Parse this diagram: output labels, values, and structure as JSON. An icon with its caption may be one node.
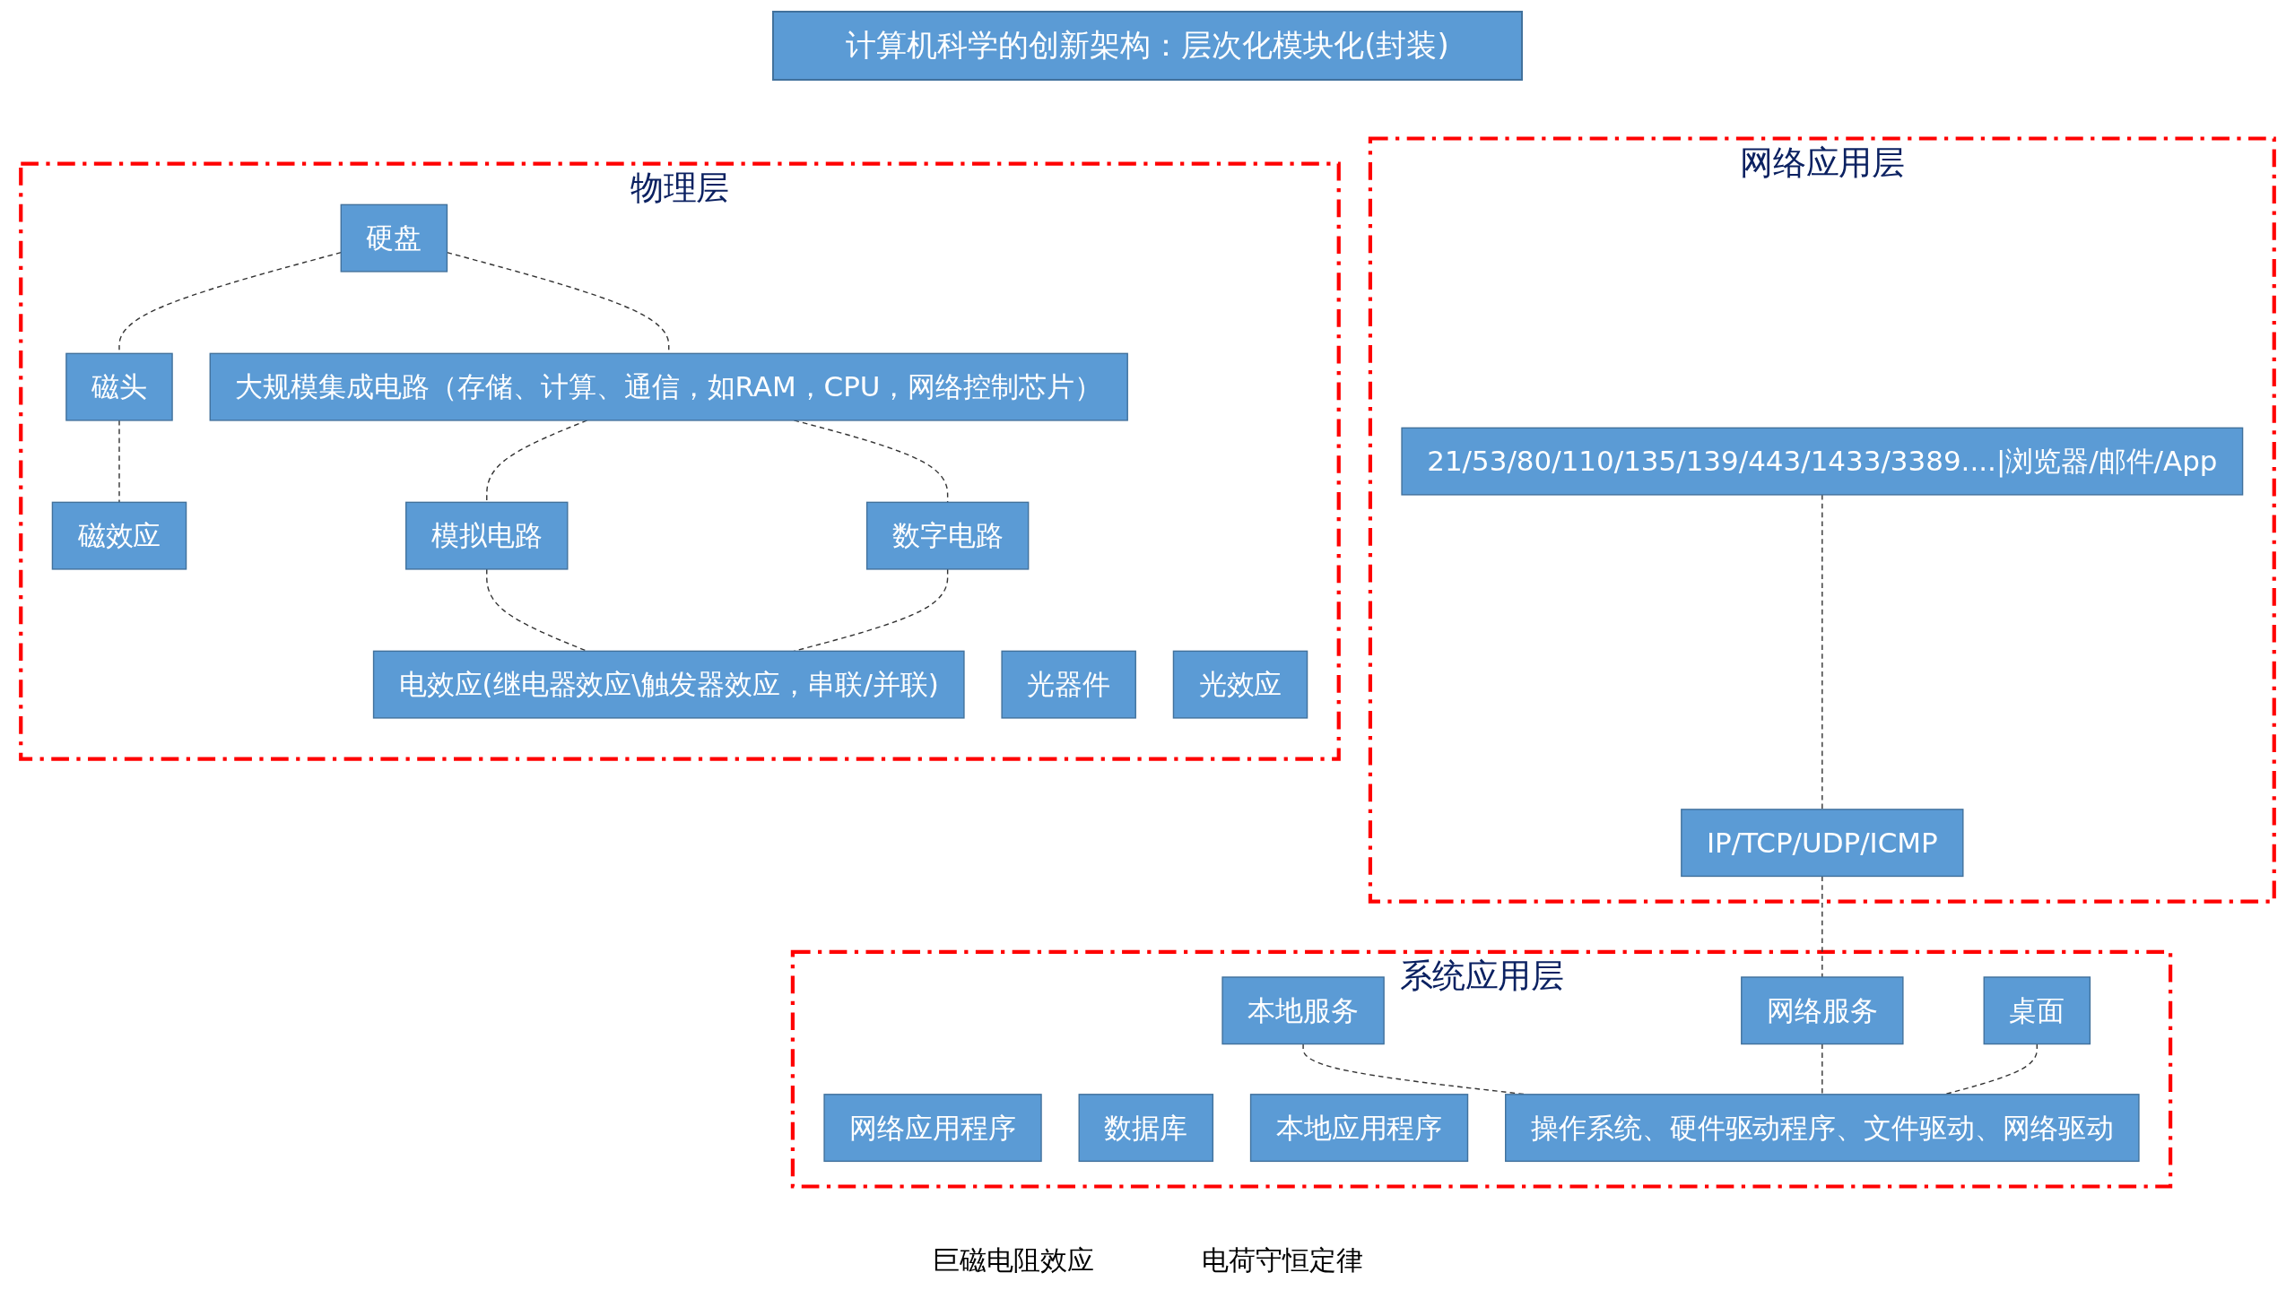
{
  "diagram": {
    "title": "计算机科学的创新架构：层次化模块化(封装)",
    "nodes": [
      {
        "text": [
          "网络应用层"
        ]
      },
      {
        "text": [
          "21/53/80/110/135/139/443/1433/3389....|浏览器/邮件/App"
        ],
        "in": 0
      },
      {
        "text": [
          "IP/TCP/UDP/ICMP"
        ],
        "in": 0
      },
      {
        "text": [
          "系统应用层"
        ]
      },
      {
        "text": [
          "网络应用程序"
        ],
        "in": 3
      },
      {
        "text": [
          "数据库"
        ],
        "in": 3
      },
      {
        "text": [
          "本地应用程序"
        ],
        "in": 3
      },
      {
        "text": [
          "本地服务"
        ],
        "in": 3
      },
      {
        "text": [
          "网络服务"
        ],
        "in": 3
      },
      {
        "text": [
          "桌面"
        ],
        "in": 3
      },
      {
        "text": [
          "操作系统、硬件驱动程序、文件驱动、网络驱动"
        ],
        "in": 3
      },
      {
        "text": [
          "物理层"
        ]
      },
      {
        "text": [
          "硬盘"
        ],
        "in": 11
      },
      {
        "text": [
          "大规模集成电路（存储、计算、通信，如RAM，CPU，网络控制芯片）"
        ],
        "in": 11
      },
      {
        "text": [
          "磁头"
        ],
        "in": 11
      },
      {
        "text": [
          "模拟电路"
        ],
        "in": 11
      },
      {
        "text": [
          "数字电路"
        ],
        "in": 11
      },
      {
        "text": [
          "光器件"
        ],
        "in": 11
      },
      {
        "text": [
          "磁效应"
        ],
        "in": 11
      },
      {
        "text": [
          "电效应(继电器效应\\触发器效应，串联/并联)"
        ],
        "in": 11
      },
      {
        "text": [
          "光效应"
        ],
        "in": 11
      }
    ],
    "edges": [
      {
        "from": 1,
        "to": 2,
        "arrow": "none",
        "style": "dashed"
      },
      {
        "from": 2,
        "to": 8,
        "arrow": "none",
        "style": "dashed"
      },
      {
        "from": 7,
        "to": 10,
        "arrow": "none",
        "style": "dashed"
      },
      {
        "from": 8,
        "to": 10,
        "arrow": "none",
        "style": "dashed"
      },
      {
        "from": 9,
        "to": 10,
        "arrow": "none",
        "style": "dashed"
      },
      {
        "from": 12,
        "to": 13,
        "arrow": "none",
        "style": "dashed"
      },
      {
        "from": 12,
        "to": 14,
        "arrow": "none",
        "style": "dashed"
      },
      {
        "from": 14,
        "to": 18,
        "arrow": "none",
        "style": "dashed"
      },
      {
        "from": 13,
        "to": 15,
        "arrow": "none",
        "style": "dashed"
      },
      {
        "from": 13,
        "to": 16,
        "arrow": "none",
        "style": "dashed"
      },
      {
        "from": 15,
        "to": 19,
        "arrow": "none",
        "style": "dashed"
      },
      {
        "from": 16,
        "to": 19,
        "arrow": "none",
        "style": "dashed"
      }
    ],
    "labels": [
      "巨磁电阻效应",
      "电荷守恒定律"
    ]
  }
}
